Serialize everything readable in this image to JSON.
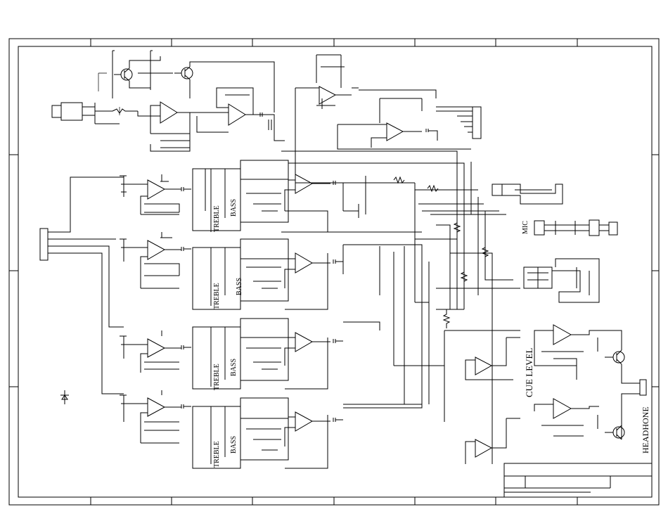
{
  "labels": {
    "treble": "TREBLE",
    "bass": "BASS",
    "mic": "MIC",
    "cue_level": "CUE LEVEL",
    "headphone": "HEADHONE"
  },
  "colors": {
    "ink": "#000000",
    "paper": "#ffffff"
  }
}
